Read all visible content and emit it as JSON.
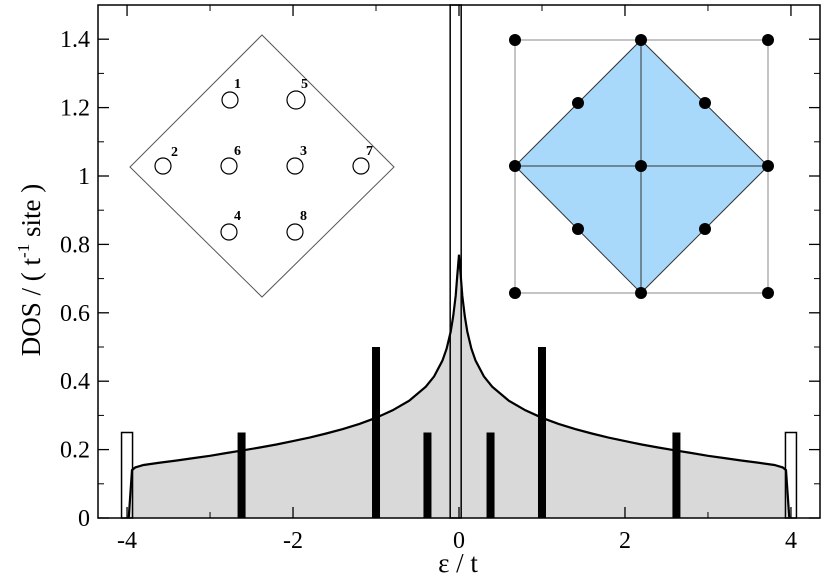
{
  "chart_data": {
    "type": "line",
    "xlabel_symbol": "ε",
    "xlabel_rest": " / t",
    "ylabel_prefix": "DOS / ( t",
    "ylabel_exp": "-1",
    "ylabel_suffix": " site )",
    "xlim": [
      -4.35,
      4.35
    ],
    "ylim": [
      0,
      1.5
    ],
    "x_ticks": [
      -4,
      -2,
      0,
      2,
      4
    ],
    "x_tick_labels": [
      "-4",
      "-2",
      "0",
      "2",
      "4"
    ],
    "y_ticks": [
      0,
      0.2,
      0.4,
      0.6,
      0.8,
      1.0,
      1.2,
      1.4
    ],
    "y_tick_labels": [
      "0",
      "0.2",
      "0.4",
      "0.6",
      "0.8",
      "1",
      "1.2",
      "1.4"
    ],
    "grid": false,
    "colors": {
      "fill": "#d9d9d9",
      "inset_fill": "#a8d8fa",
      "line": "#000000"
    },
    "series": [
      {
        "kind": "filled-curve",
        "x": [
          -3.94,
          -3.9,
          -3.8,
          -3.6,
          -3.4,
          -3.2,
          -3.0,
          -2.8,
          -2.6,
          -2.4,
          -2.2,
          -2.0,
          -1.8,
          -1.6,
          -1.4,
          -1.2,
          -1.0,
          -0.8,
          -0.6,
          -0.4,
          -0.3,
          -0.2,
          -0.15,
          -0.1,
          -0.07,
          -0.04,
          -0.02,
          0.0,
          0.02,
          0.04,
          0.07,
          0.1,
          0.15,
          0.2,
          0.3,
          0.4,
          0.6,
          0.8,
          1.0,
          1.2,
          1.4,
          1.6,
          1.8,
          2.0,
          2.2,
          2.4,
          2.6,
          2.8,
          3.0,
          3.2,
          3.4,
          3.6,
          3.8,
          3.9,
          3.94
        ],
        "y": [
          0.14,
          0.148,
          0.155,
          0.162,
          0.168,
          0.175,
          0.182,
          0.19,
          0.198,
          0.206,
          0.215,
          0.225,
          0.235,
          0.247,
          0.26,
          0.275,
          0.293,
          0.315,
          0.343,
          0.384,
          0.414,
          0.46,
          0.495,
          0.545,
          0.59,
          0.65,
          0.71,
          0.77,
          0.71,
          0.65,
          0.59,
          0.545,
          0.495,
          0.46,
          0.414,
          0.384,
          0.343,
          0.315,
          0.293,
          0.275,
          0.26,
          0.247,
          0.235,
          0.225,
          0.215,
          0.206,
          0.198,
          0.19,
          0.182,
          0.175,
          0.168,
          0.162,
          0.155,
          0.148,
          0.14
        ]
      },
      {
        "kind": "solid-bars",
        "x": [
          -2.62,
          -1.0,
          -0.38,
          0.38,
          1.0,
          2.62
        ],
        "y": [
          0.25,
          0.5,
          0.25,
          0.25,
          0.5,
          0.25
        ]
      },
      {
        "kind": "open-bars",
        "x": [
          -4.0,
          -0.04,
          4.0
        ],
        "y": [
          0.25,
          1.5,
          0.25
        ]
      }
    ]
  },
  "inset_cluster": {
    "site_labels": [
      "1",
      "5",
      "2",
      "6",
      "3",
      "7",
      "4",
      "8"
    ]
  }
}
